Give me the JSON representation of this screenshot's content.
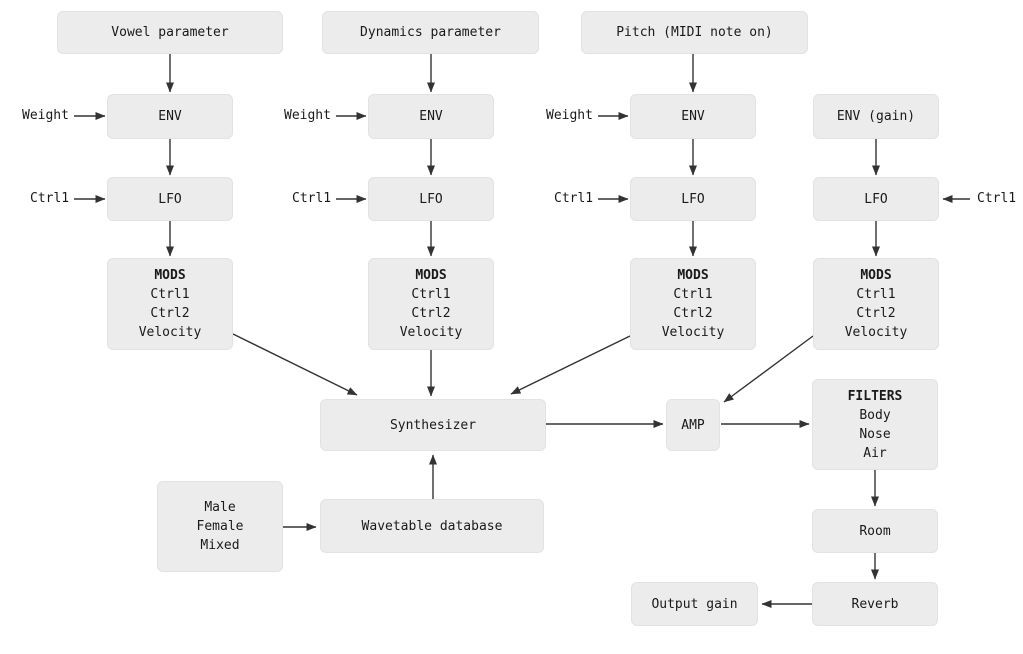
{
  "diagram": {
    "type": "flowchart",
    "nodes": {
      "vowel_parameter": {
        "label": "Vowel parameter"
      },
      "dynamics_parameter": {
        "label": "Dynamics parameter"
      },
      "pitch": {
        "label": "Pitch (MIDI note on)"
      },
      "env1": {
        "label": "ENV"
      },
      "env2": {
        "label": "ENV"
      },
      "env3": {
        "label": "ENV"
      },
      "env_gain": {
        "label": "ENV (gain)"
      },
      "lfo1": {
        "label": "LFO"
      },
      "lfo2": {
        "label": "LFO"
      },
      "lfo3": {
        "label": "LFO"
      },
      "lfo4": {
        "label": "LFO"
      },
      "mods1": {
        "title": "MODS",
        "lines": [
          "Ctrl1",
          "Ctrl2",
          "Velocity"
        ]
      },
      "mods2": {
        "title": "MODS",
        "lines": [
          "Ctrl1",
          "Ctrl2",
          "Velocity"
        ]
      },
      "mods3": {
        "title": "MODS",
        "lines": [
          "Ctrl1",
          "Ctrl2",
          "Velocity"
        ]
      },
      "mods4": {
        "title": "MODS",
        "lines": [
          "Ctrl1",
          "Ctrl2",
          "Velocity"
        ]
      },
      "synthesizer": {
        "label": "Synthesizer"
      },
      "amp": {
        "label": "AMP"
      },
      "filters": {
        "title": "FILTERS",
        "lines": [
          "Body",
          "Nose",
          "Air"
        ]
      },
      "voices": {
        "lines": [
          "Male",
          "Female",
          "Mixed"
        ]
      },
      "wavetable": {
        "label": "Wavetable database"
      },
      "room": {
        "label": "Room"
      },
      "reverb": {
        "label": "Reverb"
      },
      "output_gain": {
        "label": "Output gain"
      }
    },
    "side_labels": {
      "col1_weight": "Weight",
      "col1_ctrl": "Ctrl1",
      "col2_weight": "Weight",
      "col2_ctrl": "Ctrl1",
      "col3_weight": "Weight",
      "col3_ctrl": "Ctrl1",
      "col4_ctrl": "Ctrl1"
    },
    "colors": {
      "background": "#ffffff",
      "node_fill": "#ececec",
      "node_border": "#e2e2e2",
      "text": "#1a1a1a",
      "arrow": "#333333"
    }
  }
}
